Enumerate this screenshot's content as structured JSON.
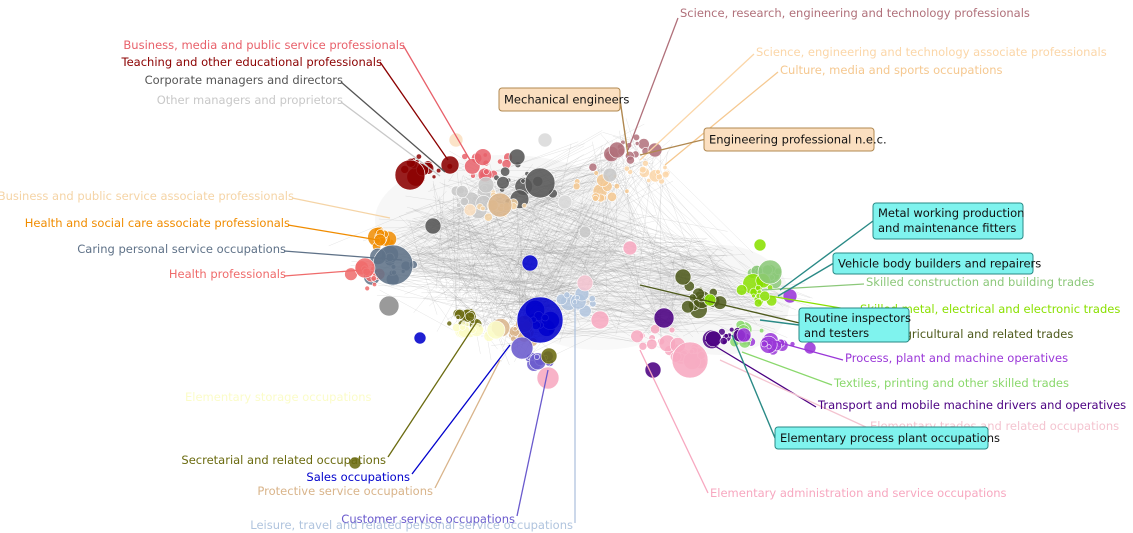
{
  "labels": [
    {
      "text": "Science, research, engineering and technology professionals",
      "color": "#b0707a"
    },
    {
      "text": "Business, media and public service professionals",
      "color": "#e8606a"
    },
    {
      "text": "Teaching and other educational professionals",
      "color": "#8b0000"
    },
    {
      "text": "Science, engineering and technology associate professionals",
      "color": "#fbd6a8"
    },
    {
      "text": "Culture, media and sports occupations",
      "color": "#f5c890"
    },
    {
      "text": "Corporate managers and directors",
      "color": "#555555"
    },
    {
      "text": "Other managers and proprietors",
      "color": "#c8c8c8"
    },
    {
      "text": "Business and public service associate professionals",
      "color": "#f5d4a6"
    },
    {
      "text": "Health and social care associate professionals",
      "color": "#f08c00"
    },
    {
      "text": "Caring personal service occupations",
      "color": "#5f7288"
    },
    {
      "text": "Health professionals",
      "color": "#ef6b6b"
    },
    {
      "text": "Skilled construction and building trades",
      "color": "#8cc87a"
    },
    {
      "text": "Skilled metal, electrical and electronic trades",
      "color": "#8ae000"
    },
    {
      "text": "Skilled agricultural and related trades",
      "color": "#4e5a1c"
    },
    {
      "text": "Process, plant and machine operatives",
      "color": "#9a36d8"
    },
    {
      "text": "Textiles, printing and other skilled trades",
      "color": "#8ad86c"
    },
    {
      "text": "Transport and mobile machine drivers and operatives",
      "color": "#4b0082"
    },
    {
      "text": "Elementary trades and related occupations",
      "color": "#f4c4d0"
    },
    {
      "text": "Secretarial and related occupations",
      "color": "#6b6b10"
    },
    {
      "text": "Sales occupations",
      "color": "#0000cc"
    },
    {
      "text": "Protective service occupations",
      "color": "#d9b48a"
    },
    {
      "text": "Customer service occupations",
      "color": "#6a5acd"
    },
    {
      "text": "Leisure, travel and related personal service occupations",
      "color": "#b0c4de"
    },
    {
      "text": "Elementary administration and service occupations",
      "color": "#f7a8c0"
    },
    {
      "text": "Elementary storage occupations",
      "color": "#fbfcc8"
    }
  ],
  "highlights": [
    {
      "text": "Mechanical engineers",
      "fill": "#fbdfc0",
      "border": "#b08850"
    },
    {
      "text": "Engineering professional n.e.c.",
      "fill": "#fbdfc0",
      "border": "#b08850"
    },
    {
      "text": "Metal working production",
      "text2": "and maintenance fitters",
      "fill": "#7ff3ee",
      "border": "#2a8a86"
    },
    {
      "text": "Vehicle body builders and repairers",
      "fill": "#7ff3ee",
      "border": "#2a8a86"
    },
    {
      "text": "Routine inspectors",
      "text2": "and testers",
      "fill": "#7ff3ee",
      "border": "#2a8a86"
    },
    {
      "text": "Elementary process plant occupations",
      "fill": "#7ff3ee",
      "border": "#2a8a86"
    }
  ]
}
